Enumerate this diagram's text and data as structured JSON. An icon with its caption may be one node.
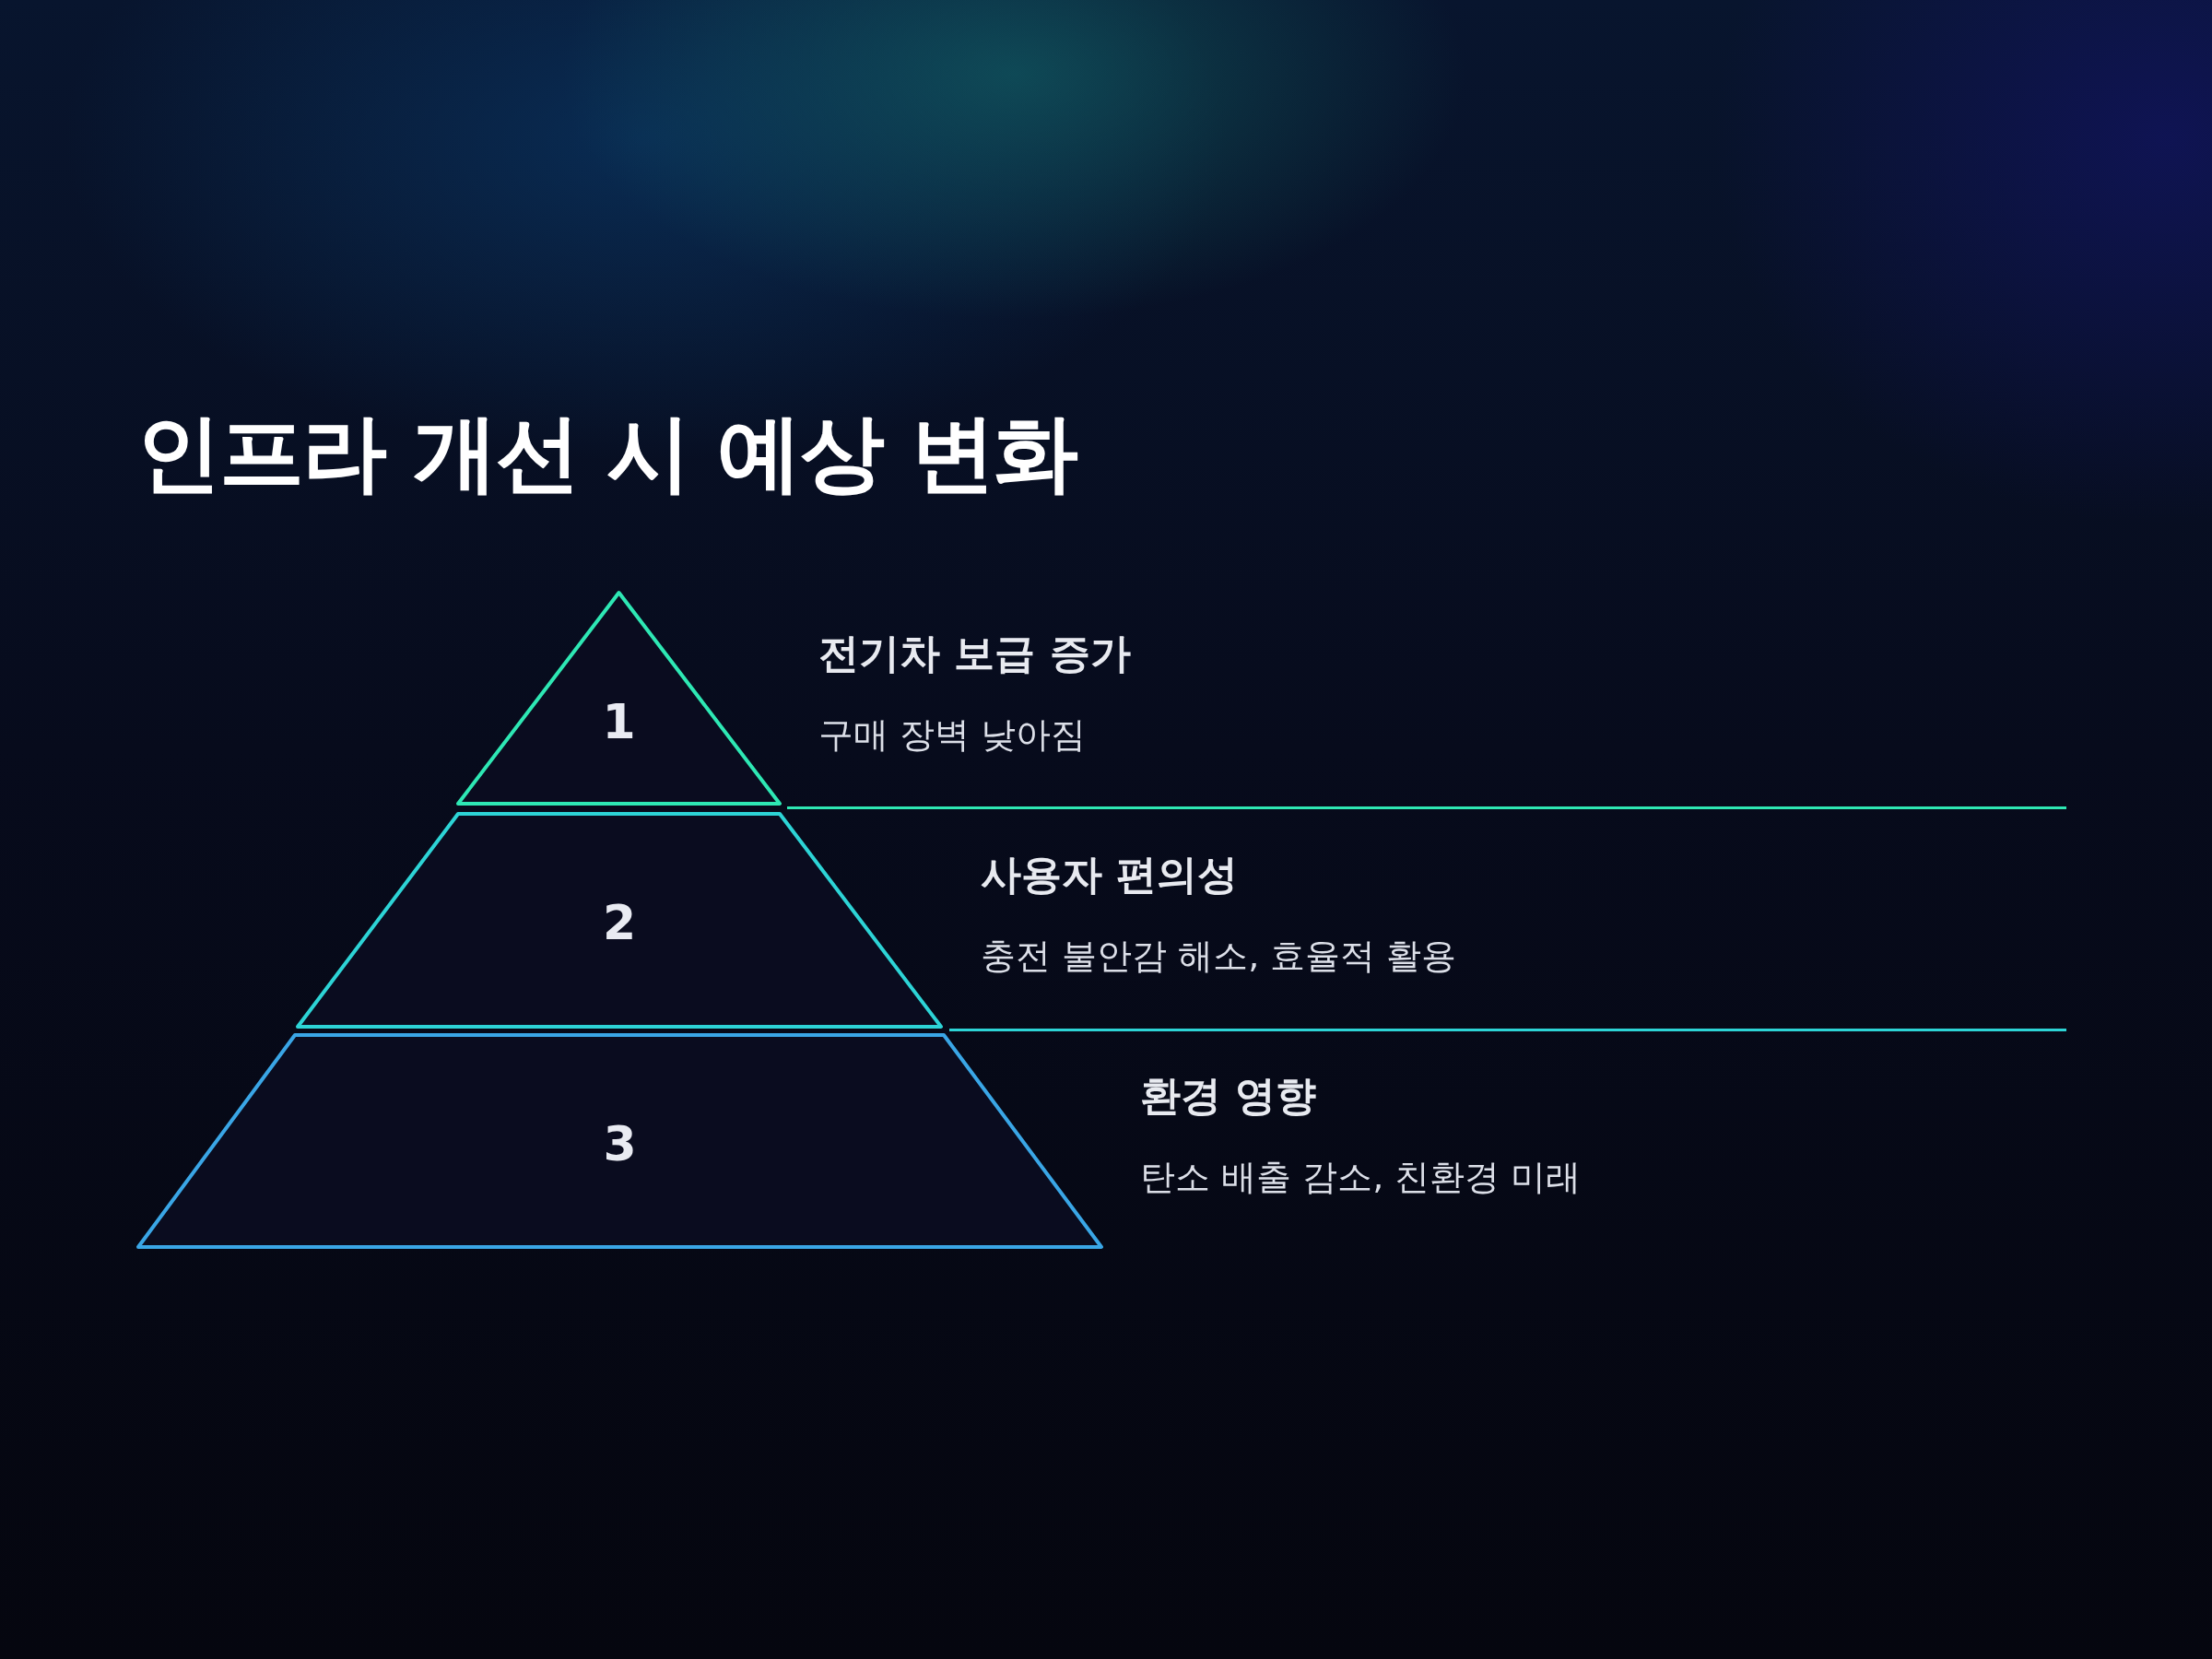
{
  "diagram": {
    "title": "인프라 개선 시 예상 변화",
    "nodes": [
      {
        "text": [
          "1"
        ],
        "beside": [
          "전기차 보급 증가",
          "구매 장벽 낮아짐"
        ]
      },
      {
        "text": [
          "2"
        ],
        "beside": [
          "사용자 편의성",
          "충전 불안감 해소, 효율적 활용"
        ]
      },
      {
        "text": [
          "3"
        ],
        "beside": [
          "환경 영향",
          "탄소 배출 감소, 친환경 미래"
        ]
      }
    ]
  }
}
